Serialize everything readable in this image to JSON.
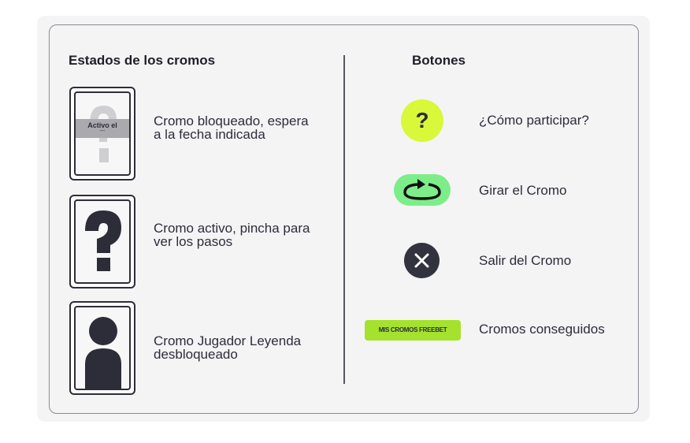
{
  "left": {
    "title": "Estados de los cromos",
    "items": [
      {
        "text": "Cromo bloqueado, espera a la fecha indicada",
        "badge": "Activo el",
        "badge_sub": "---"
      },
      {
        "text": "Cromo activo, pincha para ver los pasos"
      },
      {
        "text": "Cromo Jugador Leyenda desbloqueado"
      }
    ]
  },
  "right": {
    "title": "Botones",
    "items": [
      {
        "icon": "question-icon",
        "text": "¿Cómo participar?"
      },
      {
        "icon": "rotate-icon",
        "text": "Girar el Cromo"
      },
      {
        "icon": "close-icon",
        "text": "Salir del Cromo"
      },
      {
        "button": "MIS CROMOS FREEBET",
        "text": "Cromos conseguidos"
      }
    ]
  },
  "colors": {
    "lime": "#d9f83a",
    "green": "#7ded8a",
    "dark": "#33333f",
    "button": "#a4e22e"
  }
}
